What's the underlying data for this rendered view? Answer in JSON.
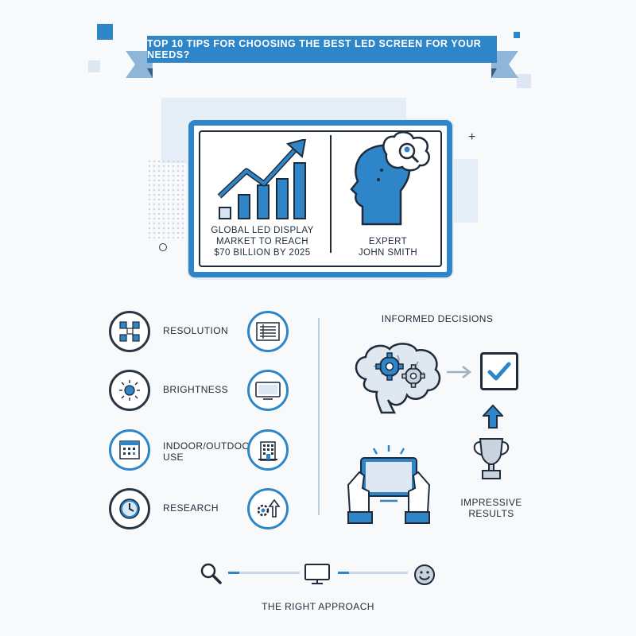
{
  "banner": {
    "title": "TOP 10 TIPS FOR CHOOSING THE BEST LED SCREEN FOR YOUR NEEDS?"
  },
  "hero": {
    "market_text": [
      "GLOBAL LED DISPLAY",
      "MARKET TO REACH",
      "$70 BILLION BY 2025"
    ],
    "expert_text": [
      "EXPERT",
      "JOHN SMITH"
    ]
  },
  "tips": [
    {
      "label": "RESOLUTION",
      "icon": "grid-nodes-icon",
      "side_icon": "list-lines-icon"
    },
    {
      "label": "BRIGHTNESS",
      "icon": "sun-icon",
      "side_icon": "monitor-icon"
    },
    {
      "label": "INDOOR/OUTDOOR\nUSE",
      "icon": "calendar-icon",
      "side_icon": "building-icon"
    },
    {
      "label": "RESEARCH",
      "icon": "clock-icon",
      "side_icon": "gear-arrow-icon"
    }
  ],
  "right_panel": {
    "heading": "INFORMED DECISIONS",
    "results": [
      "IMPRESSIVE",
      "RESULTS"
    ]
  },
  "footer": {
    "caption": "THE RIGHT APPROACH"
  },
  "colors": {
    "accent": "#2e86c9",
    "dark": "#2b3645",
    "pale": "#e5edf6"
  }
}
